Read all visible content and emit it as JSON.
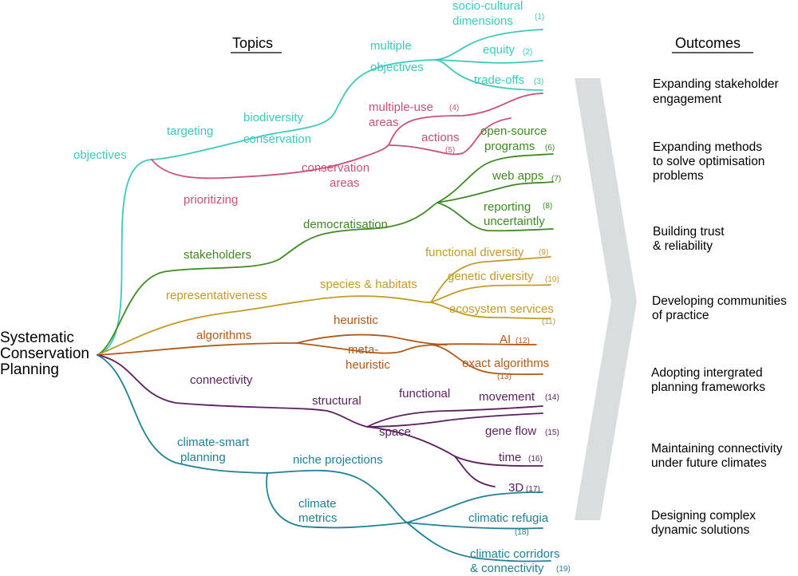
{
  "headings": {
    "topics": "Topics",
    "outcomes": "Outcomes"
  },
  "root": {
    "line1": "Systematic",
    "line2": "Conservation",
    "line3": "Planning"
  },
  "colors": {
    "objectives": "#3cc9bd",
    "prioritizing": "#c8507a",
    "stakeholders": "#3f8a22",
    "representativeness": "#c39a28",
    "algorithms": "#b0591b",
    "connectivity": "#5a1f5e",
    "climate": "#1f8096",
    "arrow": "#d9dddd"
  },
  "labels": {
    "objectives": "objectives",
    "targeting": "targeting",
    "biodiversity": "biodiversity",
    "conservation": "conservation",
    "multiple": "multiple",
    "objectives2": "objectives",
    "socio1": "socio-cultural",
    "socio2": "dimensions",
    "equity": "equity",
    "tradeoffs": "trade-offs",
    "prioritizing": "prioritizing",
    "cons_areas1": "conservation",
    "cons_areas2": "areas",
    "multiuse1": "multiple-use",
    "multiuse2": "areas",
    "actions": "actions",
    "stakeholders": "stakeholders",
    "democratisation": "democratisation",
    "opensource1": "open-source",
    "opensource2": "programs",
    "webapps": "web apps",
    "reporting": "reporting",
    "uncertainty": "uncertaintly",
    "representativeness": "representativeness",
    "species": "species & habitats",
    "functional_div": "functional diversity",
    "genetic_div": "genetic diversity",
    "ecosystem": "ecosystem services",
    "algorithms": "algorithms",
    "heuristic": "heuristic",
    "meta1": "meta-",
    "meta2": "heuristic",
    "ai": "AI",
    "exact": "exact algorithms",
    "connectivity": "connectivity",
    "structural": "structural",
    "functional": "functional",
    "space": "space",
    "movement": "movement",
    "geneflow": "gene flow",
    "time": "time",
    "threed": "3D",
    "climate_smart1": "climate-smart",
    "climate_smart2": "planning",
    "niche": "niche projections",
    "metrics1": "climate",
    "metrics2": "metrics",
    "refugia": "climatic refugia",
    "corridors1": "climatic corridors",
    "corridors2": "& connectivity"
  },
  "numbers": {
    "n1": "(1)",
    "n2": "(2)",
    "n3": "(3)",
    "n4": "(4)",
    "n5": "(5)",
    "n6": "(6)",
    "n7": "(7)",
    "n8": "(8)",
    "n9": "(9)",
    "n10": "(10)",
    "n11": "(11)",
    "n12": "(12)",
    "n13": "(13)",
    "n14": "(14)",
    "n15": "(15)",
    "n16": "(16)",
    "n17": "(17)",
    "n18": "(18)",
    "n19": "(19)"
  },
  "outcomes": [
    {
      "line1": "Expanding stakeholder",
      "line2": "engagement",
      "line3": ""
    },
    {
      "line1": "Expanding methods",
      "line2": "to solve optimisation",
      "line3": "problems"
    },
    {
      "line1": "Building trust",
      "line2": "& reliability",
      "line3": ""
    },
    {
      "line1": "Developing communities",
      "line2": "of practice",
      "line3": ""
    },
    {
      "line1": "Adopting intergrated",
      "line2": "planning frameworks",
      "line3": ""
    },
    {
      "line1": "Maintaining connectivity",
      "line2": "under future climates",
      "line3": ""
    },
    {
      "line1": "Designing complex",
      "line2": "dynamic solutions",
      "line3": ""
    }
  ]
}
